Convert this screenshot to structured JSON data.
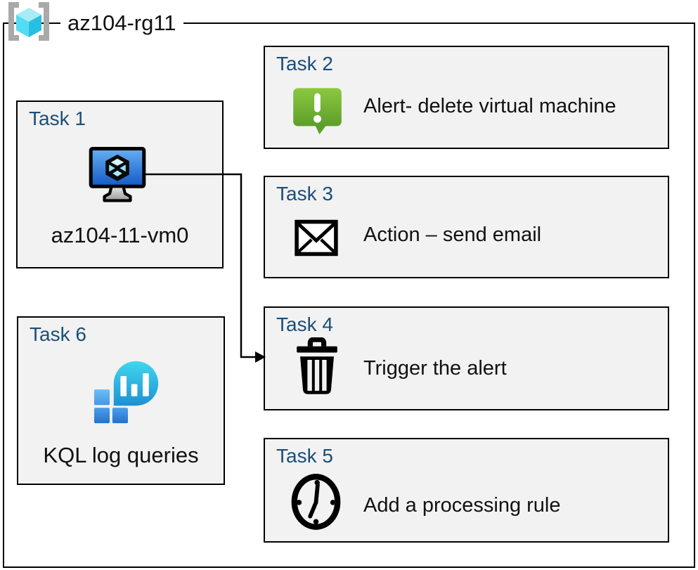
{
  "resource_group": {
    "title": "az104-rg11"
  },
  "tasks": [
    {
      "label": "Task 1",
      "text": "az104-11-vm0",
      "icon": "virtual-machine-icon"
    },
    {
      "label": "Task 2",
      "text": "Alert- delete virtual machine",
      "icon": "alert-icon"
    },
    {
      "label": "Task 3",
      "text": "Action – send email",
      "icon": "email-icon"
    },
    {
      "label": "Task 4",
      "text": "Trigger the alert",
      "icon": "trash-icon"
    },
    {
      "label": "Task 5",
      "text": "Add a processing rule",
      "icon": "clock-icon"
    },
    {
      "label": "Task 6",
      "text": "KQL log queries",
      "icon": "log-analytics-icon"
    }
  ],
  "connector": {
    "from": "Task 1 virtual machine",
    "to": "Task 4"
  },
  "colors": {
    "task_label_blue": "#1B4E79",
    "box_fill": "#F2F2F2",
    "box_border": "#000000",
    "alert_green_top": "#8CC83F",
    "alert_green_bottom": "#5D9E2B",
    "vm_screen_top": "#66AFF4",
    "vm_screen_bottom": "#1459C4",
    "vm_cube_cyan": "#8FE8F5",
    "log_teal_top": "#41D7EE",
    "log_teal_bottom": "#1E90D4",
    "log_square_light": "#5FB0F2",
    "log_square_dark": "#2272CC",
    "rg_bracket_gray": "#A9A9A9",
    "rg_cube_cyan": "#55DCF4"
  }
}
